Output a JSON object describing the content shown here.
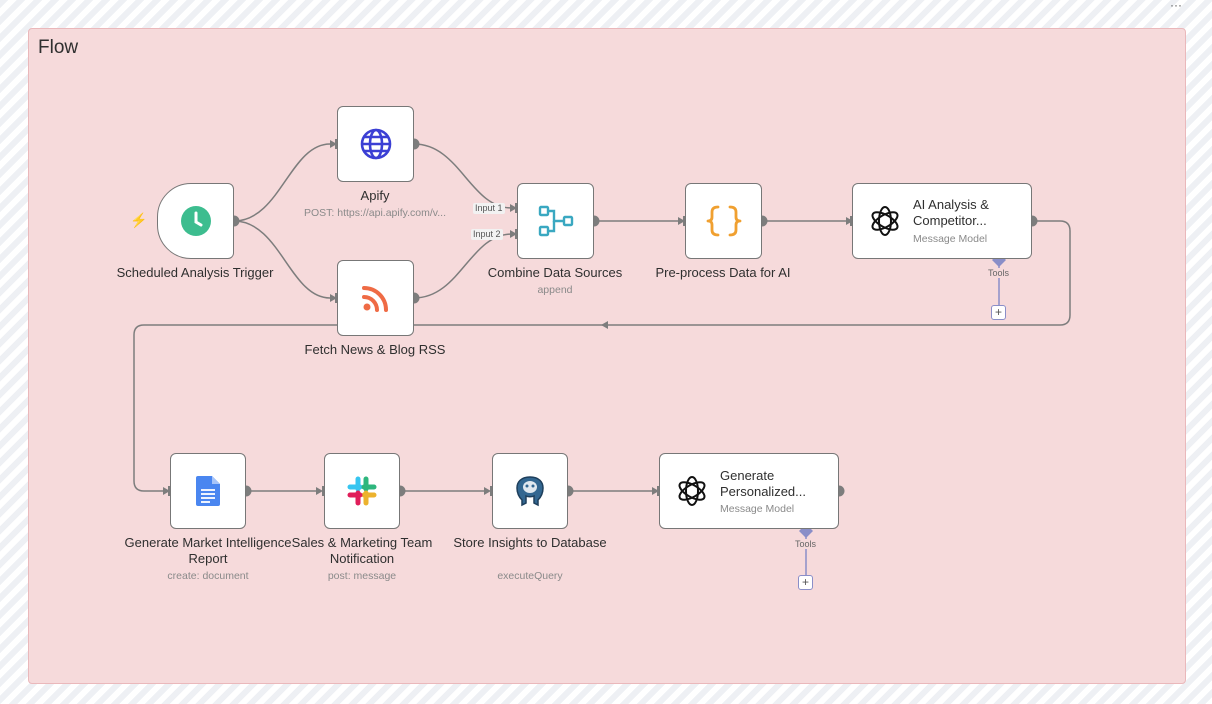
{
  "canvas": {
    "menu_label": "···"
  },
  "frame": {
    "title": "Flow"
  },
  "nodes": {
    "trigger": {
      "title": "Scheduled Analysis Trigger",
      "icon": "clock-icon"
    },
    "apify": {
      "title": "Apify",
      "subtitle": "POST: https://api.apify.com/v...",
      "icon": "globe-icon"
    },
    "rss": {
      "title": "Fetch News & Blog RSS",
      "icon": "rss-icon"
    },
    "merge": {
      "title": "Combine Data Sources",
      "subtitle": "append",
      "icon": "merge-icon",
      "input1": "Input 1",
      "input2": "Input 2"
    },
    "preprocess": {
      "title": "Pre-process Data for AI",
      "icon": "code-braces-icon"
    },
    "ai_analysis": {
      "title": "AI Analysis & Competitor...",
      "subtitle": "Message Model",
      "icon": "openai-icon",
      "tools_label": "Tools",
      "add_label": "+"
    },
    "report": {
      "title": "Generate Market Intelligence Report",
      "subtitle": "create: document",
      "icon": "google-docs-icon"
    },
    "slack": {
      "title": "Sales & Marketing Team Notification",
      "subtitle": "post: message",
      "icon": "slack-icon"
    },
    "database": {
      "title": "Store Insights to Database",
      "subtitle": "executeQuery",
      "icon": "postgres-icon"
    },
    "personalized": {
      "title": "Generate Personalized...",
      "subtitle": "Message Model",
      "icon": "openai-icon",
      "tools_label": "Tools",
      "add_label": "+"
    }
  },
  "colors": {
    "frame_bg": "#f6dadb",
    "edge": "#7d7d7d",
    "trigger_bolt": "#ef6b5c",
    "clock": "#3dbd8f",
    "globe": "#3b3fd4",
    "rss": "#ef6b45",
    "merge": "#3aa8c1",
    "code": "#f0a030",
    "docs": "#4a86f0",
    "tools_connector": "#8a8ec8"
  }
}
